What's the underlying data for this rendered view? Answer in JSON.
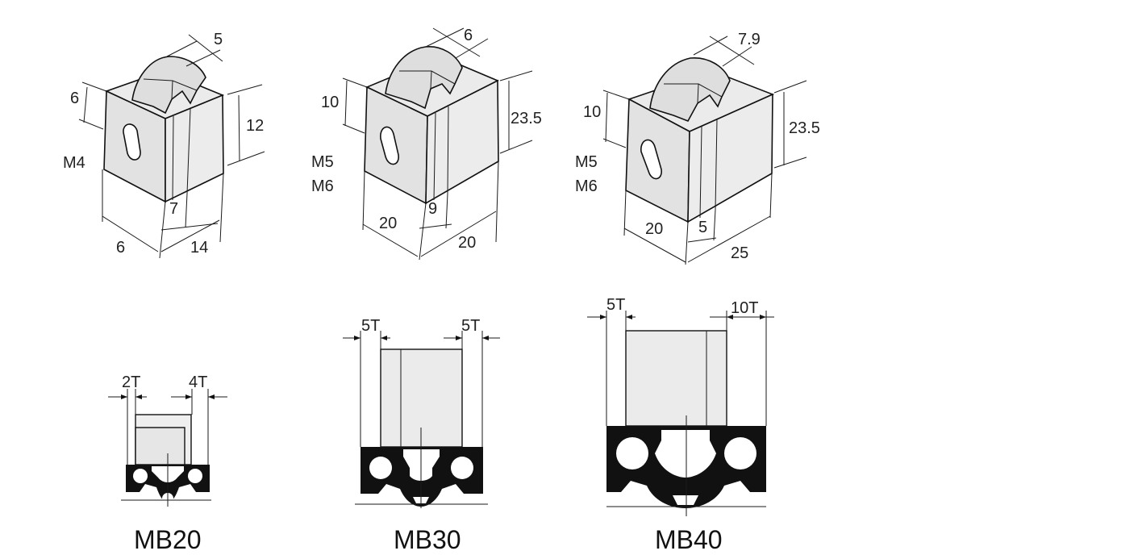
{
  "colors": {
    "face_light": "#eeeeee",
    "face_mid": "#e3e3e3",
    "face_dark": "#d9d9d9",
    "profile": "#111111"
  },
  "views": {
    "mb20": {
      "iso": {
        "top_width": "5",
        "left_height": "6",
        "right_height": "12",
        "thread": "M4",
        "front_offset": "7",
        "depth": "6",
        "width": "14"
      },
      "section": {
        "left_gap": "2T",
        "right_gap": "4T",
        "label": "MB20"
      }
    },
    "mb30": {
      "iso": {
        "top_width": "6",
        "left_height": "10",
        "right_height": "23.5",
        "thread_a": "M5",
        "thread_b": "M6",
        "front_offset": "9",
        "depth": "20",
        "width": "20"
      },
      "section": {
        "left_gap": "5T",
        "right_gap": "5T",
        "label": "MB30"
      }
    },
    "mb40": {
      "iso": {
        "top_width": "7.9",
        "left_height": "10",
        "right_height": "23.5",
        "thread_a": "M5",
        "thread_b": "M6",
        "front_offset": "5",
        "depth": "20",
        "width": "25"
      },
      "section": {
        "left_gap": "5T",
        "right_gap": "10T",
        "label": "MB40"
      }
    }
  }
}
